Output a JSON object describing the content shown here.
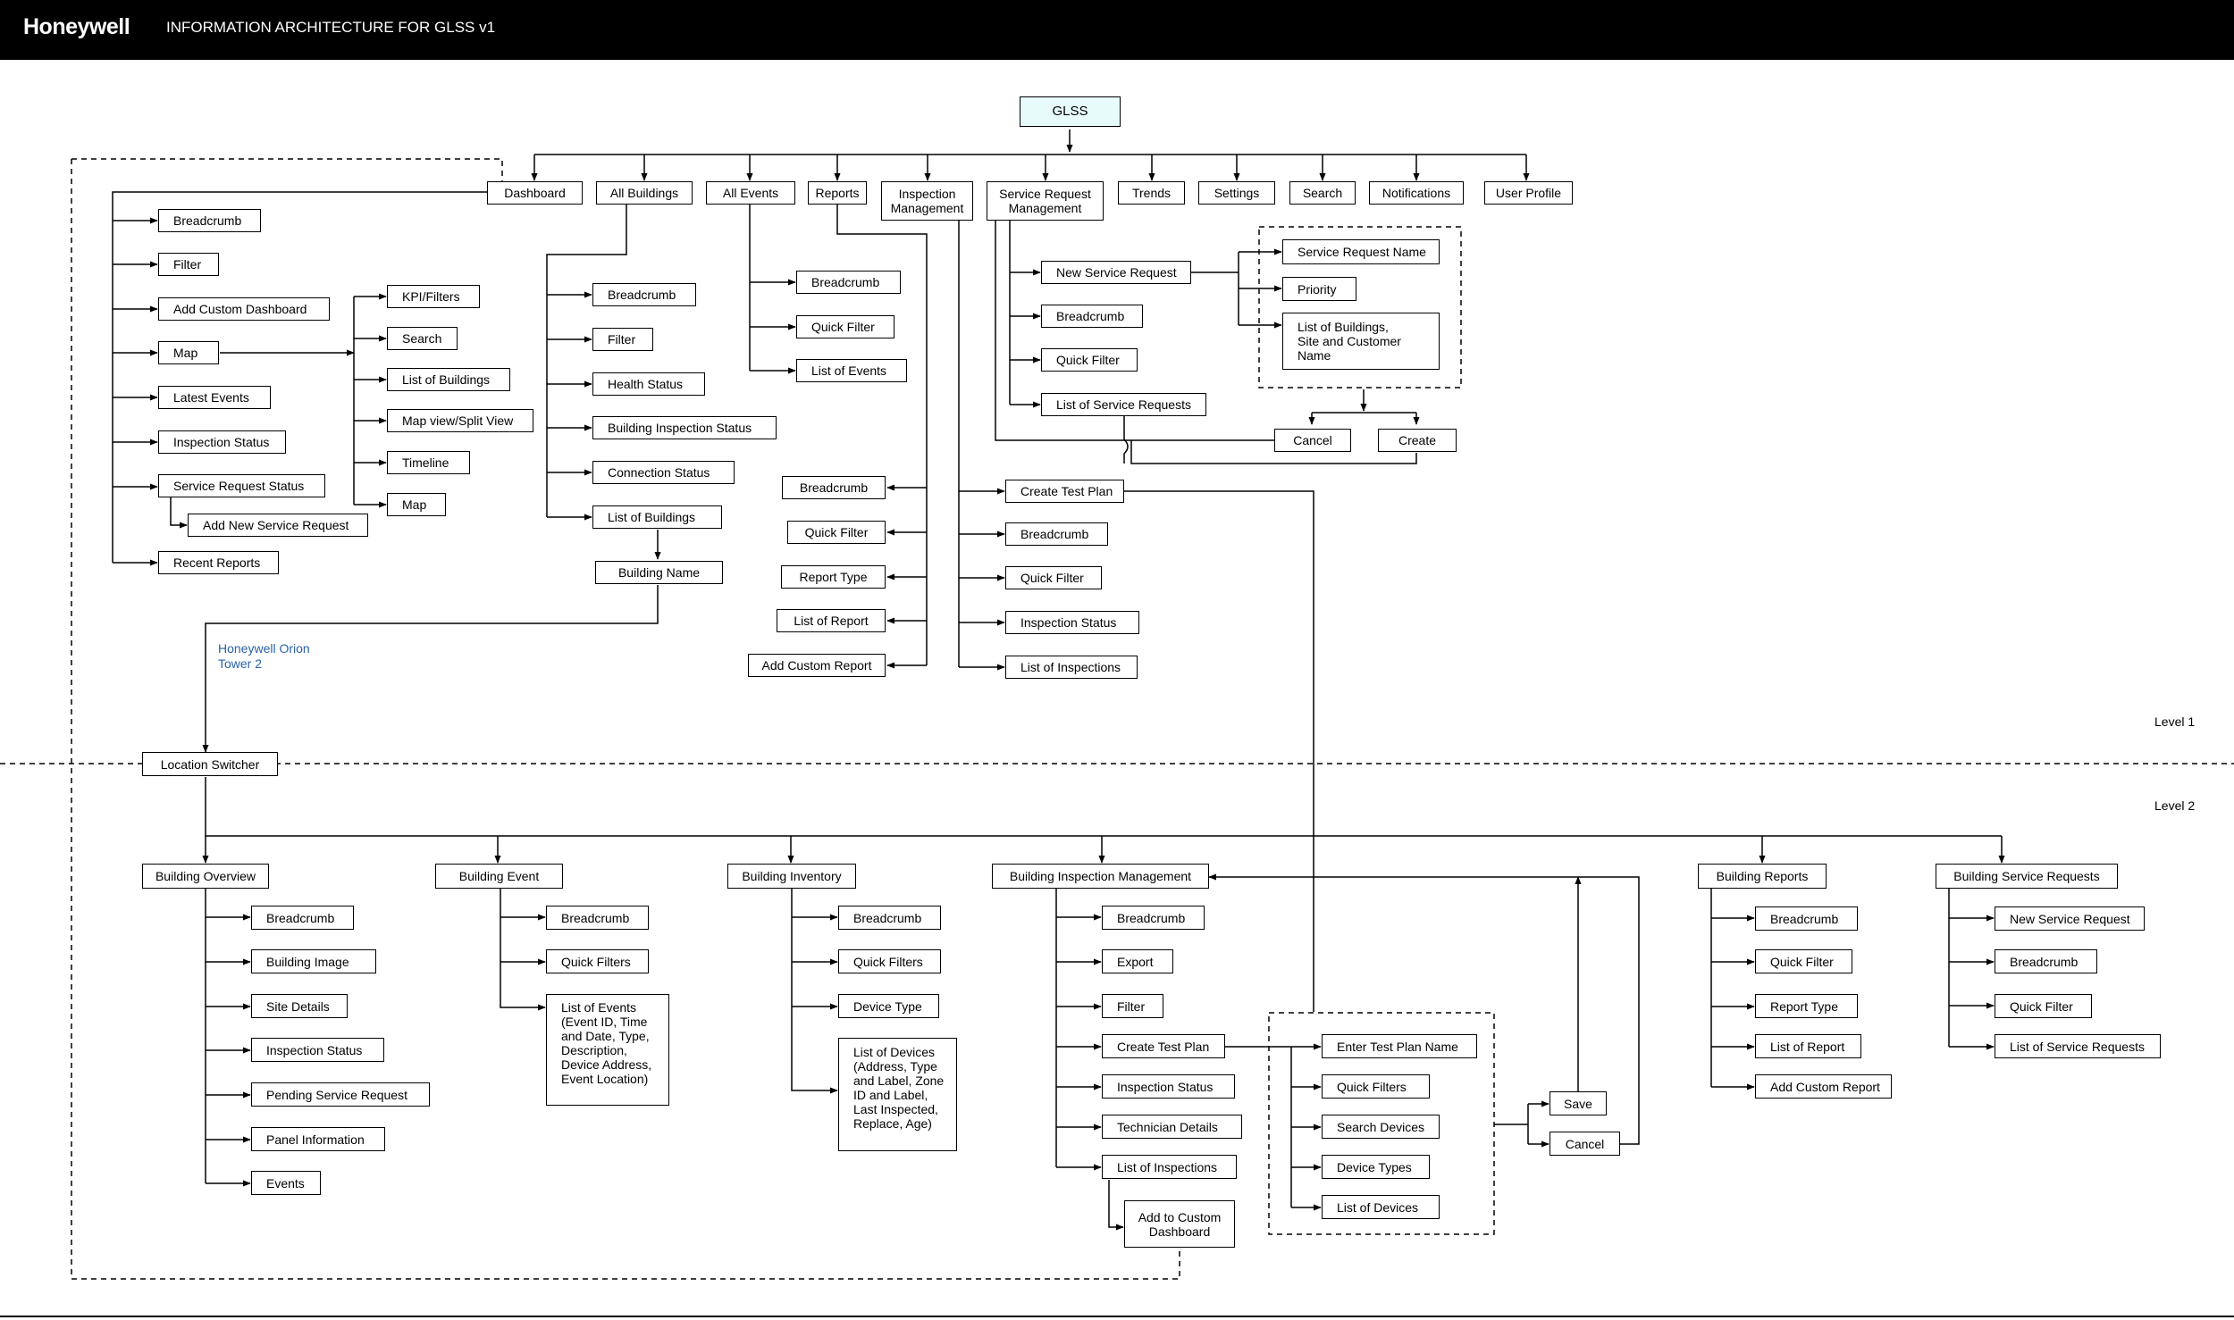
{
  "header": {
    "logo": "Honeywell",
    "title": "INFORMATION ARCHITECTURE FOR GLSS v1",
    "background": "#000000"
  },
  "levels": {
    "level1": "Level 1",
    "level2": "Level 2"
  },
  "location_label": "Honeywell Orion\nTower 2",
  "colors": {
    "root_fill": "#e8fbfb",
    "link_text": "#2a62a8"
  },
  "nodes": {
    "root": "GLSS",
    "dashboard": "Dashboard",
    "all_buildings": "All Buildings",
    "all_events": "All Events",
    "reports": "Reports",
    "inspection_mgmt": "Inspection\nManagement",
    "service_request_mgmt": "Service Request\nManagement",
    "trends": "Trends",
    "settings": "Settings",
    "search": "Search",
    "notifications": "Notifications",
    "user_profile": "User Profile",
    "d_breadcrumb": "Breadcrumb",
    "d_filter": "Filter",
    "d_add_custom_dashboard": "Add Custom Dashboard",
    "d_map": "Map",
    "d_latest_events": "Latest Events",
    "d_inspection_status": "Inspection Status",
    "d_service_request_status": "Service Request Status",
    "d_add_new_service_request": "Add New Service Request",
    "d_recent_reports": "Recent Reports",
    "m_kpi_filters": "KPI/Filters",
    "m_search": "Search",
    "m_list_of_buildings": "List of Buildings",
    "m_map_view": "Map view/Split View",
    "m_timeline": "Timeline",
    "m_map": "Map",
    "b_breadcrumb": "Breadcrumb",
    "b_filter": "Filter",
    "b_health_status": "Health Status",
    "b_building_inspection_status": "Building Inspection Status",
    "b_connection_status": "Connection Status",
    "b_list_of_buildings": "List of Buildings",
    "b_building_name": "Building Name",
    "e_breadcrumb": "Breadcrumb",
    "e_quick_filter": "Quick Filter",
    "e_list_of_events": "List of Events",
    "r_breadcrumb": "Breadcrumb",
    "r_quick_filter": "Quick Filter",
    "r_report_type": "Report Type",
    "r_list_of_report": "List of Report",
    "r_add_custom_report": "Add Custom Report",
    "i_create_test_plan": "Create Test Plan",
    "i_breadcrumb": "Breadcrumb",
    "i_quick_filter": "Quick Filter",
    "i_inspection_status": "Inspection Status",
    "i_list_of_inspections": "List of Inspections",
    "s_new_service_request": "New Service Request",
    "s_breadcrumb": "Breadcrumb",
    "s_quick_filter": "Quick Filter",
    "s_list_of_service_requests": "List of Service Requests",
    "s_service_request_name": "Service Request Name",
    "s_priority": "Priority",
    "s_list_of_buildings": "List of Buildings,\nSite and Customer\nName",
    "s_cancel": "Cancel",
    "s_create": "Create",
    "location_switcher": "Location Switcher",
    "bo": "Building Overview",
    "bo_breadcrumb": "Breadcrumb",
    "bo_building_image": "Building Image",
    "bo_site_details": "Site Details",
    "bo_inspection_status": "Inspection Status",
    "bo_pending_service_request": "Pending Service Request",
    "bo_panel_information": "Panel Information",
    "bo_events": "Events",
    "be": "Building Event",
    "be_breadcrumb": "Breadcrumb",
    "be_quick_filters": "Quick Filters",
    "be_list_of_events": "List of Events\n(Event ID, Time\nand Date, Type,\nDescription,\nDevice Address,\nEvent Location)",
    "binv": "Building Inventory",
    "binv_breadcrumb": "Breadcrumb",
    "binv_quick_filters": "Quick Filters",
    "binv_device_type": "Device Type",
    "binv_list_of_devices": "List of Devices\n(Address, Type\nand Label, Zone\nID and Label,\nLast Inspected,\nReplace, Age)",
    "bim": "Building Inspection Management",
    "bim_breadcrumb": "Breadcrumb",
    "bim_export": "Export",
    "bim_filter": "Filter",
    "bim_create_test_plan": "Create Test Plan",
    "bim_inspection_status": "Inspection Status",
    "bim_technician_details": "Technician Details",
    "bim_list_of_inspections": "List of Inspections",
    "bim_add_to_custom_dashboard": "Add to Custom\nDashboard",
    "tp_enter_test_plan_name": "Enter Test Plan Name",
    "tp_quick_filters": "Quick Filters",
    "tp_search_devices": "Search Devices",
    "tp_device_types": "Device Types",
    "tp_list_of_devices": "List of Devices",
    "tp_save": "Save",
    "tp_cancel": "Cancel",
    "br": "Building Reports",
    "br_breadcrumb": "Breadcrumb",
    "br_quick_filter": "Quick Filter",
    "br_report_type": "Report Type",
    "br_list_of_report": "List of Report",
    "br_add_custom_report": "Add Custom Report",
    "bsr": "Building Service Requests",
    "bsr_new_service_request": "New Service Request",
    "bsr_breadcrumb": "Breadcrumb",
    "bsr_quick_filter": "Quick Filter",
    "bsr_list_of_service_requests": "List of Service Requests"
  }
}
